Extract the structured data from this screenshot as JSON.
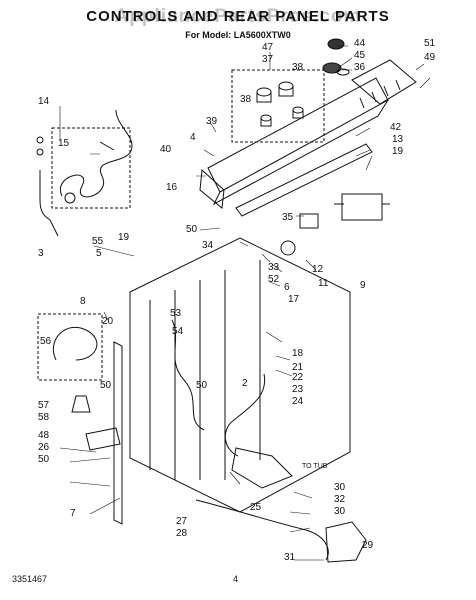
{
  "header": {
    "title": "CONTROLS AND REAR PANEL PARTS",
    "watermark": "AppliancePartsPros.com",
    "model_line": "For Model: LA5600XTW0"
  },
  "footer": {
    "doc_number": "3351467",
    "page_number": "4"
  },
  "callouts": {
    "c44": "44",
    "c47": "47",
    "c37": "37",
    "c38a": "38",
    "c38b": "38",
    "c45": "45",
    "c36": "36",
    "c51": "51",
    "c49": "49",
    "c14": "14",
    "c15": "15",
    "c39": "39",
    "c4": "4",
    "c40": "40",
    "c42": "42",
    "c13": "13",
    "c19a": "19",
    "c16": "16",
    "c35": "35",
    "c11": "11",
    "c12": "12",
    "c9": "9",
    "c50a": "50",
    "c19b": "19",
    "c55": "55",
    "c5": "5",
    "c34": "34",
    "c33": "33",
    "c52": "52",
    "c6": "6",
    "c17": "17",
    "c3": "3",
    "c8": "8",
    "c20": "20",
    "c53": "53",
    "c54": "54",
    "c56": "56",
    "c18": "18",
    "c21": "21",
    "c22": "22",
    "c23": "23",
    "c2": "2",
    "c24": "24",
    "c50b": "50",
    "c57": "57",
    "c58": "58",
    "c50c": "50",
    "c48": "48",
    "c26": "26",
    "c50d": "50",
    "c7": "7",
    "c30a": "30",
    "c32": "32",
    "c30b": "30",
    "c25": "25",
    "c27": "27",
    "c28": "28",
    "c31": "31",
    "c29": "29",
    "to_tub": "TO TUB"
  }
}
